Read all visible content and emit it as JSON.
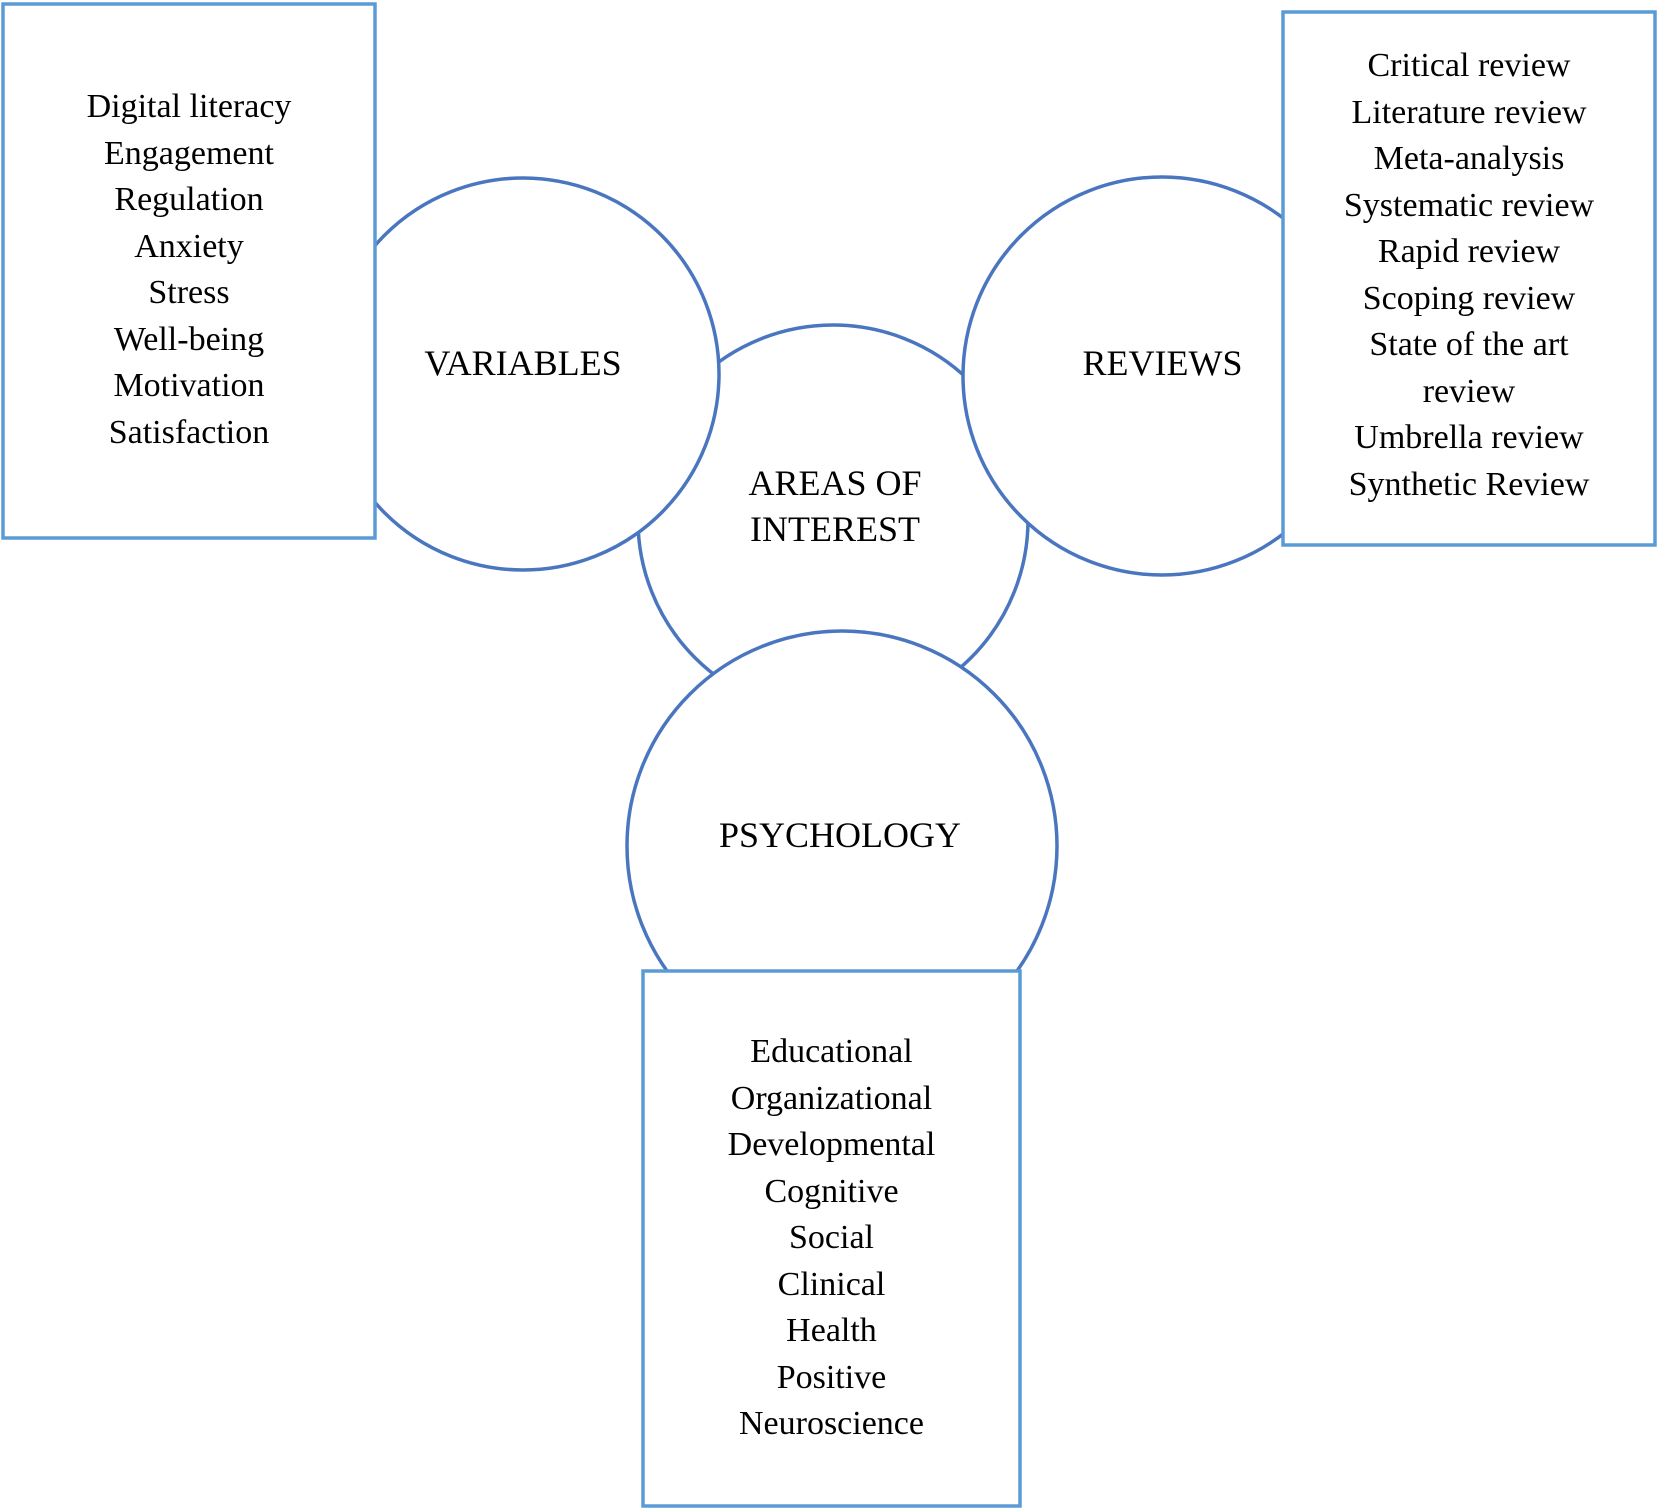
{
  "center": {
    "label_lines": [
      "AREAS OF",
      "INTEREST"
    ]
  },
  "variables": {
    "label": "VARIABLES",
    "items": [
      "Digital literacy",
      "Engagement",
      "Regulation",
      "Anxiety",
      "Stress",
      "Well-being",
      "Motivation",
      "Satisfaction"
    ]
  },
  "reviews": {
    "label": "REVIEWS",
    "items": [
      "Critical review",
      "Literature review",
      "Meta-analysis",
      "Systematic review",
      "Rapid review",
      "Scoping review",
      "State of the art review",
      "Umbrella review",
      "Synthetic Review"
    ]
  },
  "psychology": {
    "label": "PSYCHOLOGY",
    "items": [
      "Educational",
      "Organizational",
      "Developmental",
      "Cognitive",
      "Social",
      "Clinical",
      "Health",
      "Positive",
      "Neuroscience"
    ]
  },
  "colors": {
    "circle_stroke": "#4a76c0",
    "box_stroke": "#5b9bd5"
  }
}
